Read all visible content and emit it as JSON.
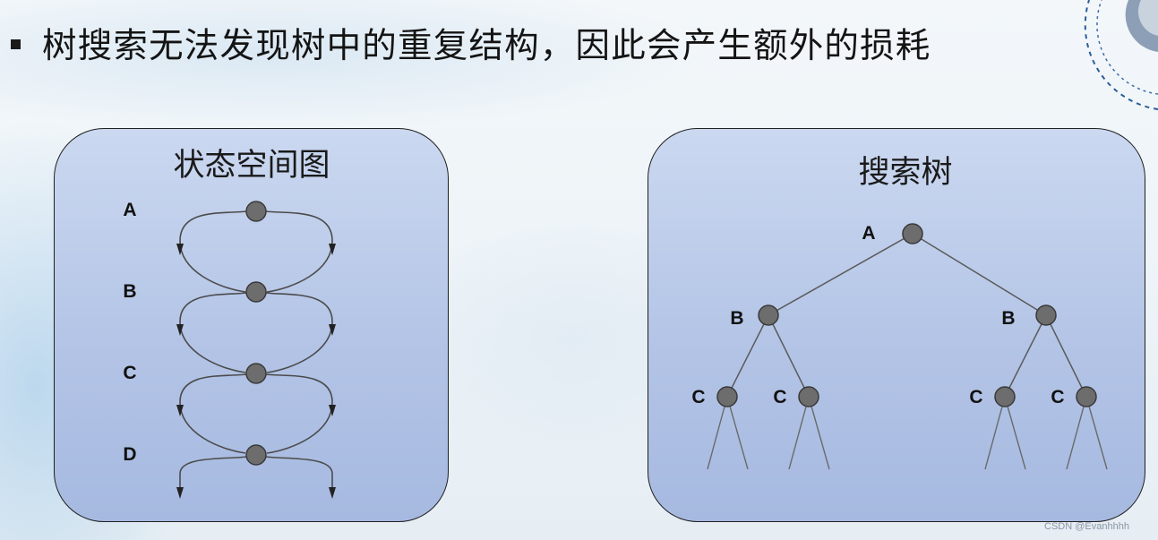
{
  "header": {
    "bullet_text": "树搜索无法发现树中的重复结构，因此会产生额外的损耗"
  },
  "state_space_graph": {
    "title": "状态空间图",
    "nodes": [
      {
        "label": "A"
      },
      {
        "label": "B"
      },
      {
        "label": "C"
      },
      {
        "label": "D"
      }
    ]
  },
  "search_tree": {
    "title": "搜索树",
    "nodes": [
      {
        "label": "A"
      },
      {
        "label": "B"
      },
      {
        "label": "B"
      },
      {
        "label": "C"
      },
      {
        "label": "C"
      },
      {
        "label": "C"
      },
      {
        "label": "C"
      }
    ]
  },
  "watermark": "CSDN @Evanhhhh",
  "colors": {
    "panel_fill": "#b3c4e6",
    "node_fill": "#6d6d6d",
    "text": "#141414"
  }
}
